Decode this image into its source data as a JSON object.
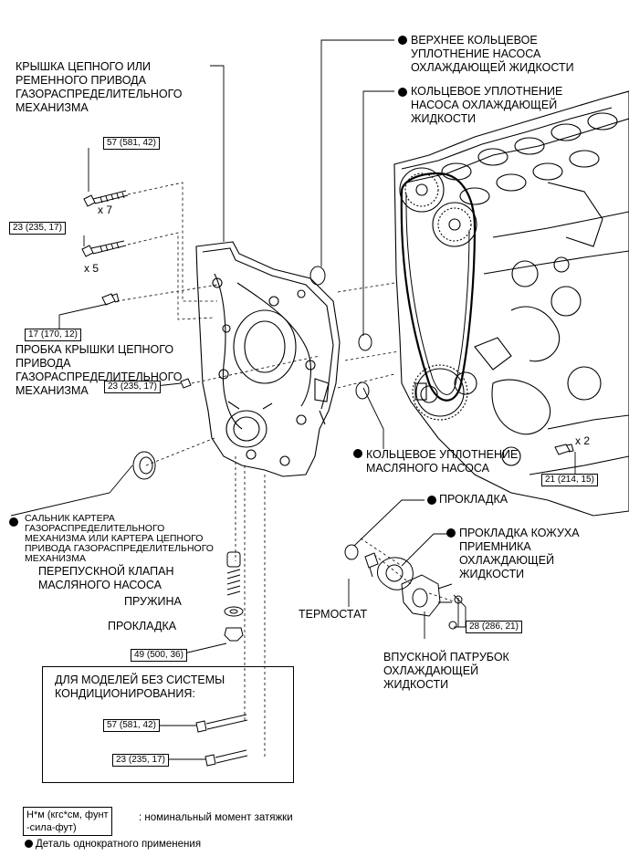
{
  "labels": {
    "timing_cover": [
      "КРЫШКА ЦЕПНОГО ИЛИ",
      "РЕМЕННОГО ПРИВОДА",
      "ГАЗОРАСПРЕДЕЛИТЕЛЬНОГО",
      "МЕХАНИЗМА"
    ],
    "upper_oring": [
      "ВЕРХНЕЕ КОЛЬЦЕВОЕ",
      "УПЛОТНЕНИЕ НАСОСА",
      "ОХЛАЖДАЮЩЕЙ ЖИДКОСТИ"
    ],
    "pump_oring": [
      "КОЛЬЦЕВОЕ УПЛОТНЕНИЕ",
      "НАСОСА ОХЛАЖДАЮЩЕЙ",
      "ЖИДКОСТИ"
    ],
    "plug": [
      "ПРОБКА КРЫШКИ ЦЕПНОГО",
      "ПРИВОДА",
      "ГАЗОРАСПРЕДЕЛИТЕЛЬНОГО",
      "МЕХАНИЗМА"
    ],
    "oil_pump_oring": [
      "КОЛЬЦЕВОЕ УПЛОТНЕНИЕ",
      "МАСЛЯНОГО НАСОСА"
    ],
    "gasket_top": "ПРОКЛАДКА",
    "housing_gasket": [
      "ПРОКЛАДКА КОЖУХА",
      "ПРИЕМНИКА",
      "ОХЛАЖДАЮЩЕЙ",
      "ЖИДКОСТИ"
    ],
    "oil_seal": [
      "САЛЬНИК КАРТЕРА",
      "ГАЗОРАСПРЕДЕЛИТЕЛЬНОГО",
      "МЕХАНИЗМА ИЛИ КАРТЕРА ЦЕПНОГО",
      "ПРИВОДА ГАЗОРАСПРЕДЕЛИТЕЛЬНОГО",
      "МЕХАНИЗМА"
    ],
    "relief_valve": [
      "ПЕРЕПУСКНОЙ КЛАПАН",
      "МАСЛЯНОГО НАСОСА"
    ],
    "spring": "ПРУЖИНА",
    "gasket_bottom": "ПРОКЛАДКА",
    "thermostat": "ТЕРМОСТАТ",
    "inlet": [
      "ВПУСКНОЙ ПАТРУБОК",
      "ОХЛАЖДАЮЩЕЙ",
      "ЖИДКОСТИ"
    ],
    "no_ac": [
      "ДЛЯ МОДЕЛЕЙ БЕЗ СИСТЕМЫ",
      "КОНДИЦИОНИРОВАНИЯ:"
    ]
  },
  "torques": {
    "t57a": "57 (581, 42)",
    "t23a": "23 (235, 17)",
    "t17": "17 (170, 12)",
    "t23b": "23 (235, 17)",
    "t21": "21 (214, 15)",
    "t28": "28 (286, 21)",
    "t49": "49 (500, 36)",
    "t57b": "57 (581, 42)",
    "t23c": "23 (235, 17)"
  },
  "multipliers": {
    "m7": "x 7",
    "m5": "x 5",
    "m2": "x 2"
  },
  "legend": {
    "unit_box": [
      "Н*м (кгс*см, фунт",
      "-сила-фут)"
    ],
    "unit_desc": ": номинальный момент затяжки",
    "single_use": "Деталь однократного применения"
  }
}
